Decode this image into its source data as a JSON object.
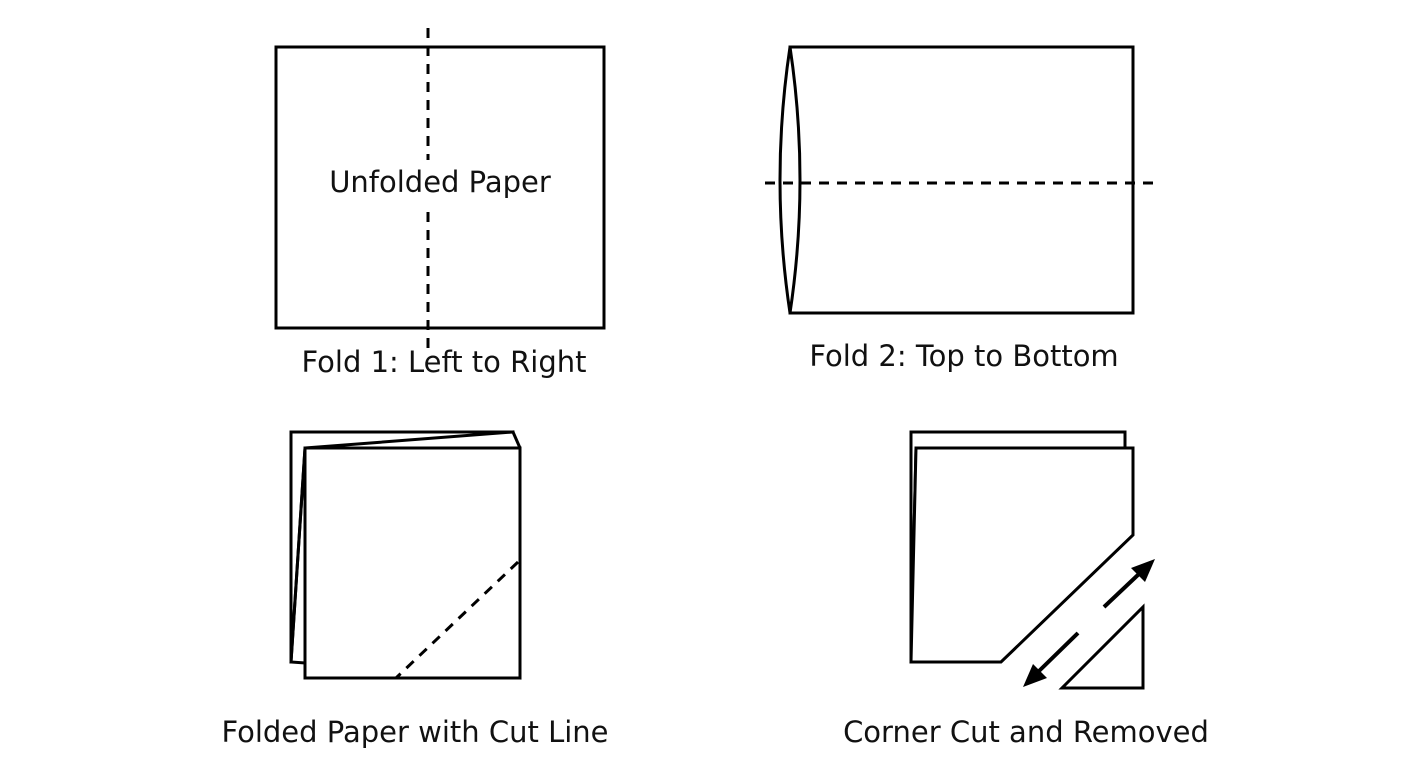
{
  "panels": {
    "unfolded": {
      "inner_label": "Unfolded Paper",
      "caption": "Fold 1: Left to Right"
    },
    "fold2": {
      "caption": "Fold 2: Top to Bottom"
    },
    "folded": {
      "caption": "Folded Paper with Cut Line"
    },
    "cut": {
      "caption": "Corner Cut and Removed"
    }
  },
  "colors": {
    "stroke": "#000000",
    "paper": "#ffffff",
    "text": "#111111",
    "background": "#ffffff"
  }
}
